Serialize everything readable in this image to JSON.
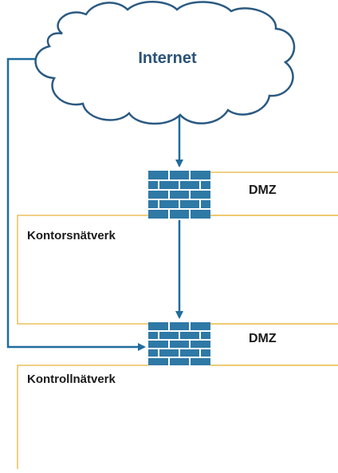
{
  "diagram": {
    "cloud": {
      "label": "Internet"
    },
    "dmz_upper": {
      "label": "DMZ"
    },
    "dmz_lower": {
      "label": "DMZ"
    },
    "office_network": {
      "label": "Kontorsnätverk"
    },
    "control_network": {
      "label": "Kontrollnätverk"
    },
    "colors": {
      "zone_border": "#e8b53a",
      "line": "#1f6c9c",
      "firewall_fill": "#2f79a6",
      "firewall_line": "#ffffff",
      "cloud_fill": "#ffffff",
      "cloud_stroke": "#2b5a82",
      "internet_text": "#2a5278"
    }
  }
}
